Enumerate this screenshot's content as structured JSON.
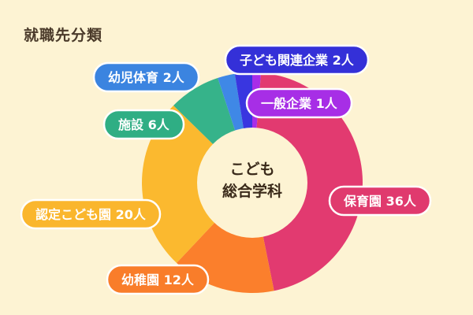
{
  "title": "就職先分類",
  "chart_data": {
    "type": "donut",
    "title": "就職先分類",
    "center_label": [
      "こども",
      "総合学科"
    ],
    "unit": "人",
    "slices": [
      {
        "name": "一般企業",
        "value": 1,
        "color": "#a82de8"
      },
      {
        "name": "保育園",
        "value": 36,
        "color": "#e23a70"
      },
      {
        "name": "幼稚園",
        "value": 12,
        "color": "#fb7f2c"
      },
      {
        "name": "認定こども園",
        "value": 20,
        "color": "#fbb92f"
      },
      {
        "name": "施設",
        "value": 6,
        "color": "#36b38a"
      },
      {
        "name": "幼児体育",
        "value": 2,
        "color": "#3f88e6"
      },
      {
        "name": "子ども関連企業",
        "value": 2,
        "color": "#3936e0"
      }
    ],
    "labels": [
      {
        "text": "子ども関連企業 2人",
        "color": "#3430d8",
        "slice": "子ども関連企業"
      },
      {
        "text": "幼児体育 2人",
        "color": "#3b84e0",
        "slice": "幼児体育"
      },
      {
        "text": "一般企業 1人",
        "color": "#a72ee6",
        "slice": "一般企業"
      },
      {
        "text": "施設 6人",
        "color": "#2fae84",
        "slice": "施設"
      },
      {
        "text": "保育園 36人",
        "color": "#e03a6e",
        "slice": "保育園"
      },
      {
        "text": "認定こども園 20人",
        "color": "#fab62d",
        "slice": "認定こども園"
      },
      {
        "text": "幼稚園 12人",
        "color": "#f97d2a",
        "slice": "幼稚園"
      }
    ]
  }
}
